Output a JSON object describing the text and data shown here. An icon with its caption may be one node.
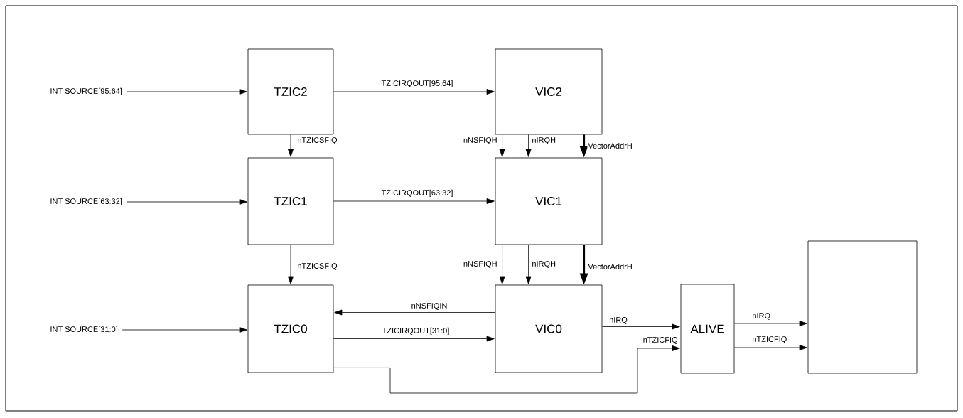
{
  "diagram": {
    "nodes": [
      {
        "text": [
          "INT SOURCE[95:64]"
        ]
      },
      {
        "text": [
          "TZIC2"
        ]
      },
      {
        "text": [
          "VIC2"
        ]
      },
      {
        "text": [
          "INT SOURCE[63:32]"
        ]
      },
      {
        "text": [
          "TZIC1"
        ]
      },
      {
        "text": [
          "VIC1"
        ]
      },
      {
        "text": [
          "INT SOURCE[31:0]"
        ]
      },
      {
        "text": [
          "TZIC0"
        ]
      },
      {
        "text": [
          "VIC0"
        ]
      },
      {
        "text": [
          "ALIVE"
        ]
      },
      {
        "text": [],
        "shape": "box"
      }
    ],
    "edges": [
      {
        "from": 0,
        "to": 1,
        "arrow": "to"
      },
      {
        "from": 1,
        "to": 2,
        "arrow": "to",
        "label": "TZICIRQOUT[95:64]"
      },
      {
        "from": 1,
        "to": 4,
        "arrow": "to",
        "label": "nTZICSFIQ"
      },
      {
        "from": 2,
        "to": 5,
        "arrow": "to",
        "label": "nNSFIQH"
      },
      {
        "from": 2,
        "to": 5,
        "arrow": "to",
        "label": "nIRQH"
      },
      {
        "from": 2,
        "to": 5,
        "arrow": "to",
        "label": "VectorAddrH",
        "style": "thick"
      },
      {
        "from": 3,
        "to": 4,
        "arrow": "to"
      },
      {
        "from": 4,
        "to": 5,
        "arrow": "to",
        "label": "TZICIRQOUT[63:32]"
      },
      {
        "from": 4,
        "to": 7,
        "arrow": "to",
        "label": "nTZICSFIQ"
      },
      {
        "from": 5,
        "to": 8,
        "arrow": "to",
        "label": "nNSFIQH"
      },
      {
        "from": 5,
        "to": 8,
        "arrow": "to",
        "label": "nIRQH"
      },
      {
        "from": 5,
        "to": 8,
        "arrow": "to",
        "label": "VectorAddrH",
        "style": "thick"
      },
      {
        "from": 6,
        "to": 7,
        "arrow": "to"
      },
      {
        "from": 8,
        "to": 7,
        "arrow": "to",
        "label": "nNSFIQIN"
      },
      {
        "from": 7,
        "to": 8,
        "arrow": "to",
        "label": "TZICIRQOUT[31:0]"
      },
      {
        "from": 8,
        "to": 9,
        "arrow": "to",
        "label": "nIRQ"
      },
      {
        "from": 7,
        "to": 9,
        "arrow": "to",
        "label": "nTZICFIQ"
      },
      {
        "from": 9,
        "to": 10,
        "arrow": "to",
        "label": "nIRQ"
      },
      {
        "from": 9,
        "to": 10,
        "arrow": "to",
        "label": "nTZICFIQ"
      }
    ]
  }
}
